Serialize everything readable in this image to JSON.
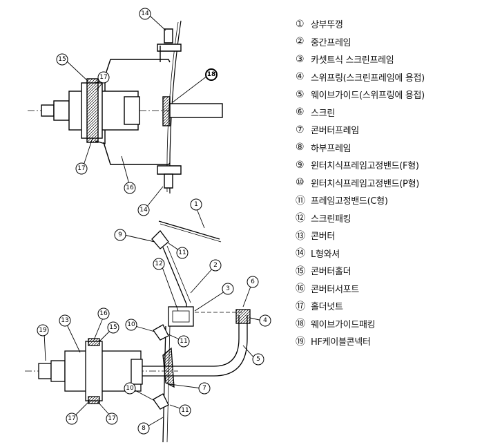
{
  "legend": [
    {
      "num": "①",
      "text": "상부뚜껑"
    },
    {
      "num": "②",
      "text": "중간프레임"
    },
    {
      "num": "③",
      "text": "카셋트식 스크린프레임"
    },
    {
      "num": "④",
      "text": "스위프링(스크린프레임에 용접)"
    },
    {
      "num": "⑤",
      "text": "웨이브가이드(스위프링에 용접)"
    },
    {
      "num": "⑥",
      "text": "스크린"
    },
    {
      "num": "⑦",
      "text": "콘버터프레임"
    },
    {
      "num": "⑧",
      "text": "하부프레임"
    },
    {
      "num": "⑨",
      "text": "윈터치식프레임고정밴드(F형)"
    },
    {
      "num": "⑩",
      "text": "윈터치식프레임고정밴드(P형)"
    },
    {
      "num": "⑪",
      "text": "프레임고정밴드(C형)"
    },
    {
      "num": "⑫",
      "text": "스크린패킹"
    },
    {
      "num": "⑬",
      "text": "콘버터"
    },
    {
      "num": "⑭",
      "text": "L형와셔"
    },
    {
      "num": "⑮",
      "text": "콘버터홀더"
    },
    {
      "num": "⑯",
      "text": "콘버터서포트"
    },
    {
      "num": "⑰",
      "text": "홀더넛트"
    },
    {
      "num": "⑱",
      "text": "웨이브가이드패킹"
    },
    {
      "num": "⑲",
      "text": "HF케이블콘넥터"
    }
  ],
  "callouts": {
    "top_14a": "14",
    "top_15": "15",
    "top_17a": "17",
    "top_18": "18",
    "top_17b": "17",
    "top_16": "16",
    "top_14b": "14",
    "bot_1": "1",
    "bot_9": "9",
    "bot_11a": "11",
    "bot_12": "12",
    "bot_2": "2",
    "bot_3": "3",
    "bot_6": "6",
    "bot_4": "4",
    "bot_10a": "10",
    "bot_11b": "11",
    "bot_19": "19",
    "bot_13": "13",
    "bot_16": "16",
    "bot_15": "15",
    "bot_5": "5",
    "bot_7": "7",
    "bot_10b": "10",
    "bot_11c": "11",
    "bot_17a": "17",
    "bot_17b": "17",
    "bot_8": "8"
  }
}
